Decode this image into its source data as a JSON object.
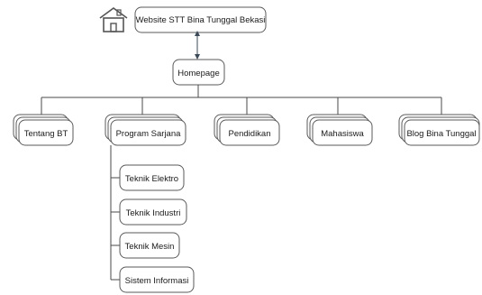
{
  "diagram": {
    "root": {
      "label": "Website STT Bina Tunggal Bekasi",
      "icon": "home-icon"
    },
    "homepage": {
      "label": "Homepage"
    },
    "sections": [
      {
        "label": "Tentang BT"
      },
      {
        "label": "Program Sarjana"
      },
      {
        "label": "Pendidikan"
      },
      {
        "label": "Mahasiswa"
      },
      {
        "label": "Blog Bina Tunggal"
      }
    ],
    "program_sarjana_children": [
      {
        "label": "Teknik Elektro"
      },
      {
        "label": "Teknik Industri"
      },
      {
        "label": "Teknik Mesin"
      },
      {
        "label": "Sistem Informasi"
      }
    ]
  }
}
